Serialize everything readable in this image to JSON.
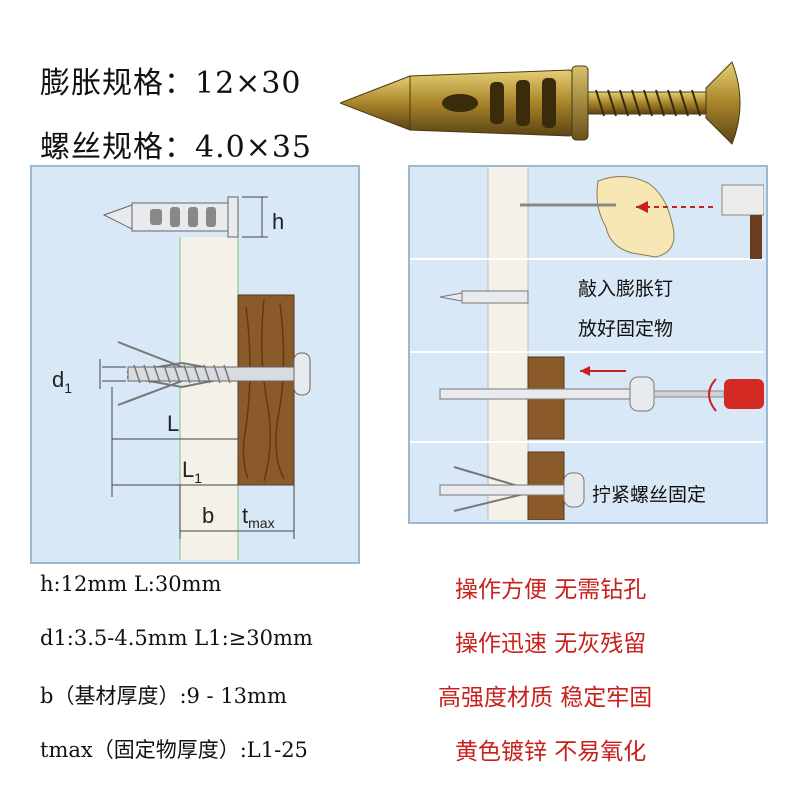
{
  "header": {
    "expansion_spec": "膨胀规格：12×30",
    "screw_spec": "螺丝规格：4.0×35"
  },
  "diagram": {
    "label_h": "h",
    "label_d1_main": "d",
    "label_d1_sub": "1",
    "label_L": "L",
    "label_L1_main": "L",
    "label_L1_sub": "1",
    "label_b": "b",
    "label_tmax_main": "t",
    "label_tmax_sub": "max"
  },
  "steps": [
    {
      "line1": "敲入膨胀钉",
      "line2": "放好固定物"
    },
    {
      "line1": "拧紧螺丝固定"
    }
  ],
  "specs": [
    {
      "text": "h:12mm    L:30mm",
      "feature": "操作方便 无需钻孔"
    },
    {
      "text": "d1:3.5-4.5mm L1:≥30mm",
      "feature": "操作迅速 无灰残留"
    },
    {
      "text": "b（基材厚度）:9 - 13mm",
      "feature": "高强度材质 稳定牢固"
    },
    {
      "text": "tmax（固定物厚度）:L1-25",
      "feature": "黄色镀锌 不易氧化"
    }
  ],
  "colors": {
    "panel_bg": "#d9e8f7",
    "wall": "#f3f1e8",
    "wood": "#8b5a2b",
    "feature_red": "#c8201c",
    "zinc_yellow": "#b8962e"
  },
  "icons": [
    "anchor-screw-icon",
    "hand-hammer-icon",
    "screwdriver-icon"
  ]
}
